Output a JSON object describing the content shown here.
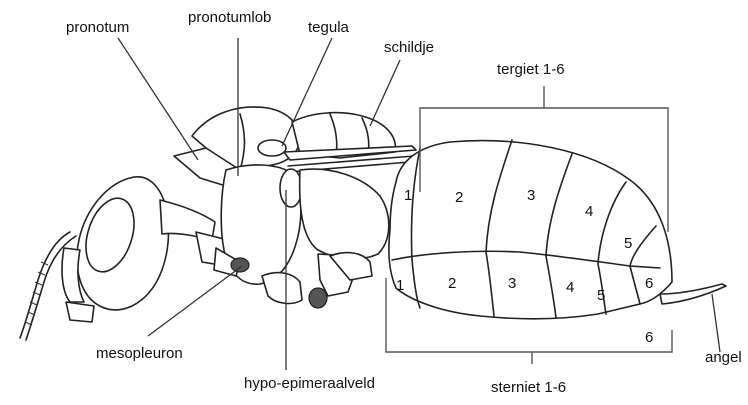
{
  "labels": {
    "pronotum": "pronotum",
    "pronotumlob": "pronotumlob",
    "tegula": "tegula",
    "schildje": "schildje",
    "tergiet": "tergiet 1-6",
    "mesopleuron": "mesopleuron",
    "hypo": "hypo-epimeraalveld",
    "sterniet": "sterniet 1-6",
    "angel": "angel"
  },
  "tergites": [
    "1",
    "2",
    "3",
    "4",
    "5",
    "6"
  ],
  "sternites": [
    "1",
    "2",
    "3",
    "4",
    "5",
    "6"
  ],
  "sternite_last": "6"
}
